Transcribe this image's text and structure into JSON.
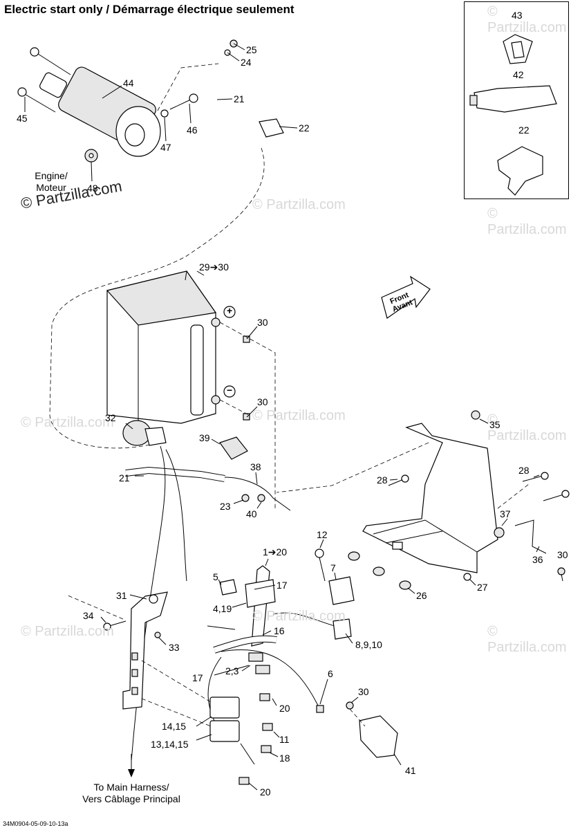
{
  "title": "Electric start only / Démarrage électrique seulement",
  "drawing_code": "34M0904-05-09-10-13a",
  "copyright_main": "© Partzilla.com",
  "watermark": "© Partzilla.com",
  "notes": {
    "engine": [
      "Engine/",
      "Moteur"
    ],
    "harness": [
      "To Main Harness/",
      "Vers Câblage Principal"
    ],
    "front": [
      "Front",
      "Avant"
    ]
  },
  "callouts": {
    "c25": "25",
    "c24": "24",
    "c21a": "21",
    "c22a": "22",
    "c44": "44",
    "c45": "45",
    "c46": "46",
    "c47": "47",
    "c48": "48",
    "c43": "43",
    "c42": "42",
    "c22b": "22",
    "c29": "29➔30",
    "c30a": "30",
    "c30b": "30",
    "c32": "32",
    "c39": "39",
    "c38": "38",
    "c21b": "21",
    "c23": "23",
    "c40": "40",
    "c35": "35",
    "c28a": "28",
    "c28b": "28",
    "c37": "37",
    "c36": "36",
    "c30c": "30",
    "c12": "12",
    "c7": "7",
    "c26": "26",
    "c27": "27",
    "c1": "1➔20",
    "c17a": "17",
    "c5": "5",
    "c4": "4,19",
    "c31": "31",
    "c34": "34",
    "c33": "33",
    "c16": "16",
    "c8": "8,9,10",
    "c17b": "17",
    "c2": "2,3",
    "c6": "6",
    "c30d": "30",
    "c20a": "20",
    "c1415": "14,15",
    "c11": "11",
    "c131415": "13,14,15",
    "c18": "18",
    "c41": "41",
    "c20b": "20"
  },
  "battery_terminals": {
    "positive": "+",
    "negative": "−"
  }
}
